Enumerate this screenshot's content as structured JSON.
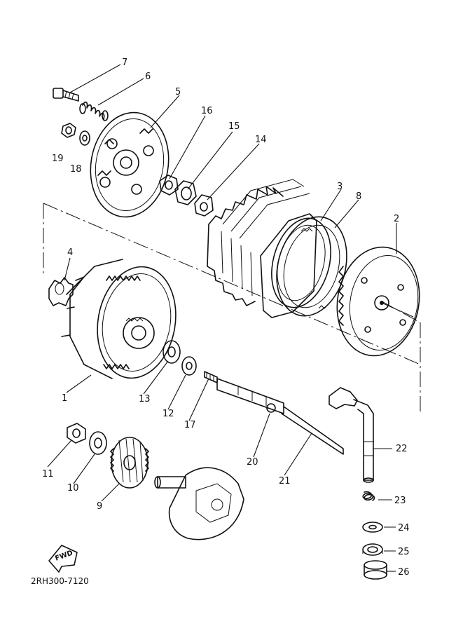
{
  "diagram_code": "2RH300-7120",
  "fwd_label": "FWD",
  "callouts": {
    "c1": "1",
    "c2": "2",
    "c3": "3",
    "c4": "4",
    "c5": "5",
    "c6": "6",
    "c7": "7",
    "c8": "8",
    "c9": "9",
    "c10": "10",
    "c11": "11",
    "c12": "12",
    "c13": "13",
    "c14": "14",
    "c15": "15",
    "c16": "16",
    "c17": "17",
    "c18": "18",
    "c19": "19",
    "c20": "20",
    "c21": "21",
    "c22": "22",
    "c23": "23",
    "c24": "24",
    "c25": "25",
    "c26": "26"
  }
}
